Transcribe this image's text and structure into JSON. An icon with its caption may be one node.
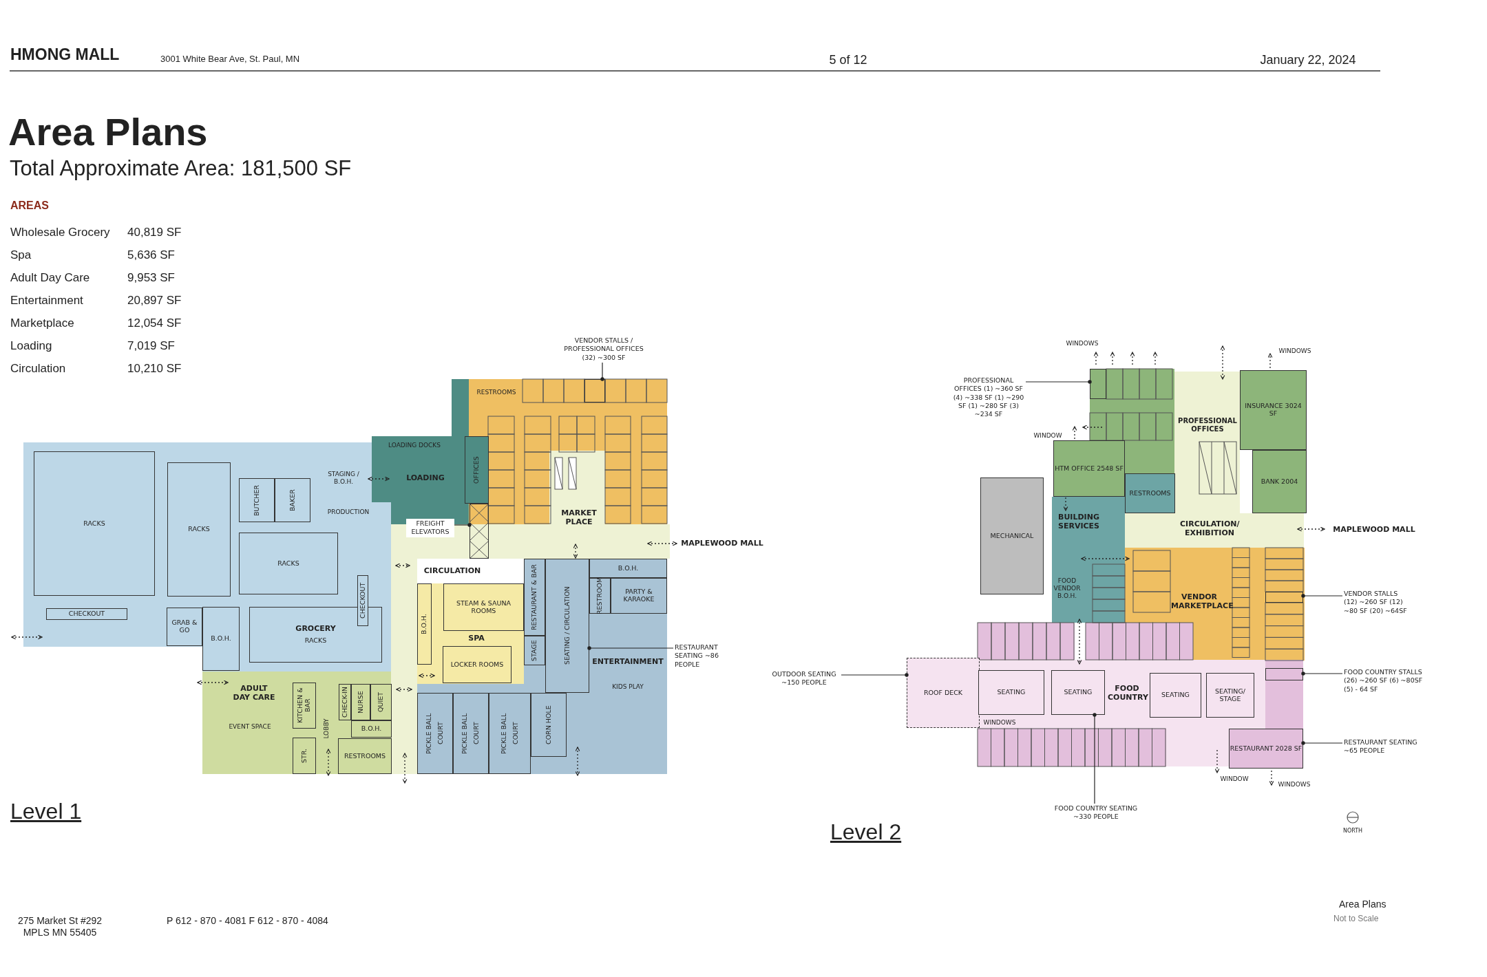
{
  "diagram": {
    "title": "Area Plans",
    "nodes": [
      {
        "text": [
          "RACKS"
        ]
      },
      {
        "text": [
          "RACKS"
        ]
      },
      {
        "text": [
          "BUTCHER"
        ]
      },
      {
        "text": [
          "BAKER"
        ]
      },
      {
        "text": [
          "RACKS"
        ]
      },
      {
        "text": [
          "CHECKOUT"
        ]
      },
      {
        "text": [
          "GRAB & GO"
        ]
      },
      {
        "text": [
          "B.O.H."
        ]
      },
      {
        "text": [
          "GROCERY",
          "RACKS"
        ]
      },
      {
        "text": [
          "CHECKOUT"
        ]
      },
      {
        "text": [
          "KITCHEN & BAR"
        ]
      },
      {
        "text": [
          "CHECK-IN"
        ]
      },
      {
        "text": [
          "NURSE"
        ]
      },
      {
        "text": [
          "QUIET"
        ]
      },
      {
        "text": [
          "B.O.H."
        ]
      },
      {
        "text": [
          "STR."
        ]
      },
      {
        "text": [
          "RESTROOMS"
        ]
      },
      {
        "text": [
          "OFFICES"
        ]
      },
      {
        "text": [
          "STEAM & SAUNA ROOMS"
        ]
      },
      {
        "text": [
          "LOCKER ROOMS"
        ]
      },
      {
        "text": [
          "B.O.H."
        ]
      },
      {
        "text": [
          "RESTAURANT & BAR"
        ]
      },
      {
        "text": [
          "STAGE"
        ]
      },
      {
        "text": [
          "B.O.H."
        ]
      },
      {
        "text": [
          "RESTROOM"
        ]
      },
      {
        "text": [
          "PARTY & KARAOKE"
        ]
      },
      {
        "text": [
          "PICKLE BALL",
          "COURT"
        ]
      },
      {
        "text": [
          "PICKLE BALL",
          "COURT"
        ]
      },
      {
        "text": [
          "PICKLE BALL",
          "COURT"
        ]
      },
      {
        "text": [
          "CORN HOLE"
        ]
      },
      {
        "text": [
          "VENDOR STALLS / PROFESSIONAL OFFICES (32) ~300 SF"
        ]
      },
      {
        "text": [
          "FREIGHT ELEVATORS"
        ]
      },
      {
        "text": [
          "RESTAURANT SEATING ~86 PEOPLE"
        ]
      },
      {
        "text": [
          "PROFESSIONAL OFFICES (1) ~360 SF (4) ~338 SF (1) ~290 SF (1) ~280 SF (3) ~234 SF"
        ]
      },
      {
        "text": [
          "INSURANCE 3024 SF"
        ]
      },
      {
        "text": [
          "HTM OFFICE 2548 SF"
        ]
      },
      {
        "text": [
          "RESTROOMS"
        ]
      },
      {
        "text": [
          "BANK 2004"
        ]
      },
      {
        "text": [
          "MECHANICAL"
        ]
      },
      {
        "text": [
          "VENDOR STALLS (12) ~260 SF (12) ~80 SF (20) ~64SF"
        ]
      },
      {
        "text": [
          "OUTDOOR SEATING ~150 PEOPLE"
        ]
      },
      {
        "text": [
          "ROOF DECK"
        ]
      },
      {
        "text": [
          "SEATING"
        ]
      },
      {
        "text": [
          "SEATING"
        ]
      },
      {
        "text": [
          "SEATING"
        ]
      },
      {
        "text": [
          "SEATING/ STAGE"
        ]
      },
      {
        "text": [
          "FOOD COUNTRY STALLS (26) ~260 SF (6) ~80SF (5) - 64 SF"
        ]
      },
      {
        "text": [
          "RESTAURANT 2028 SF"
        ]
      },
      {
        "text": [
          "RESTAURANT SEATING ~65 PEOPLE"
        ]
      },
      {
        "text": [
          "FOOD COUNTRY SEATING ~330 PEOPLE"
        ]
      },
      {
        "text": [],
        "shape": "box"
      },
      {
        "text": [],
        "shape": "box"
      },
      {
        "text": [],
        "shape": "box"
      },
      {
        "text": [],
        "shape": "box"
      },
      {
        "text": [],
        "shape": "box"
      },
      {
        "text": [
          "SEATING / CIRCULATION"
        ]
      }
    ],
    "edges": [
      {
        "from": 30,
        "to": 54,
        "arrow": "other"
      },
      {
        "from": 31,
        "to": 52,
        "arrow": "other"
      },
      {
        "from": 32,
        "to": 55,
        "arrow": "other"
      },
      {
        "from": 33,
        "to": 53,
        "arrow": "other"
      },
      {
        "from": 39,
        "to": 50,
        "arrow": "other"
      },
      {
        "from": 40,
        "to": 41,
        "arrow": "other"
      },
      {
        "from": 46,
        "to": 51,
        "arrow": "other"
      },
      {
        "from": 48,
        "to": 47,
        "arrow": "other"
      },
      {
        "from": 49,
        "to": 43,
        "arrow": "other"
      }
    ],
    "labels": [
      "HMONG MALL",
      "3001 White Bear Ave, St. Paul, MN",
      "5 of 12",
      "January 22, 2024",
      "Total Approximate Area: 181,500 SF",
      "AREAS",
      "Wholesale Grocery",
      "40,819 SF",
      "Spa",
      "5,636 SF",
      "Adult Day Care",
      "9,953 SF",
      "Entertainment",
      "20,897 SF",
      "Marketplace",
      "12,054 SF",
      "Loading",
      "7,019 SF",
      "Circulation",
      "10,210 SF",
      "STAGING / B.O.H.",
      "PRODUCTION",
      "LOADING DOCKS",
      "LOADING",
      "RESTROOMS",
      "MARKET PLACE",
      "MAPLEWOOD MALL",
      "CIRCULATION",
      "ADULT DAY CARE",
      "EVENT SPACE",
      "LOBBY",
      "SPA",
      "ENTERTAINMENT",
      "KIDS PLAY",
      "Level 1",
      "WINDOWS",
      "WINDOWS",
      "PROFESSIONAL OFFICES",
      "WINDOW",
      "BUILDING SERVICES",
      "CIRCULATION/ EXHIBITION",
      "MAPLEWOOD MALL",
      "FOOD VENDOR B.O.H.",
      "VENDOR MARKETPLACE",
      "FOOD COUNTRY",
      "WINDOWS",
      "WINDOW",
      "WINDOWS",
      "NORTH",
      "Level 2",
      "275 Market St #292 MPLS MN 55405",
      "P 612 - 870 - 4081 F 612 - 870 - 4084",
      "Area Plans",
      "Not to Scale"
    ]
  }
}
